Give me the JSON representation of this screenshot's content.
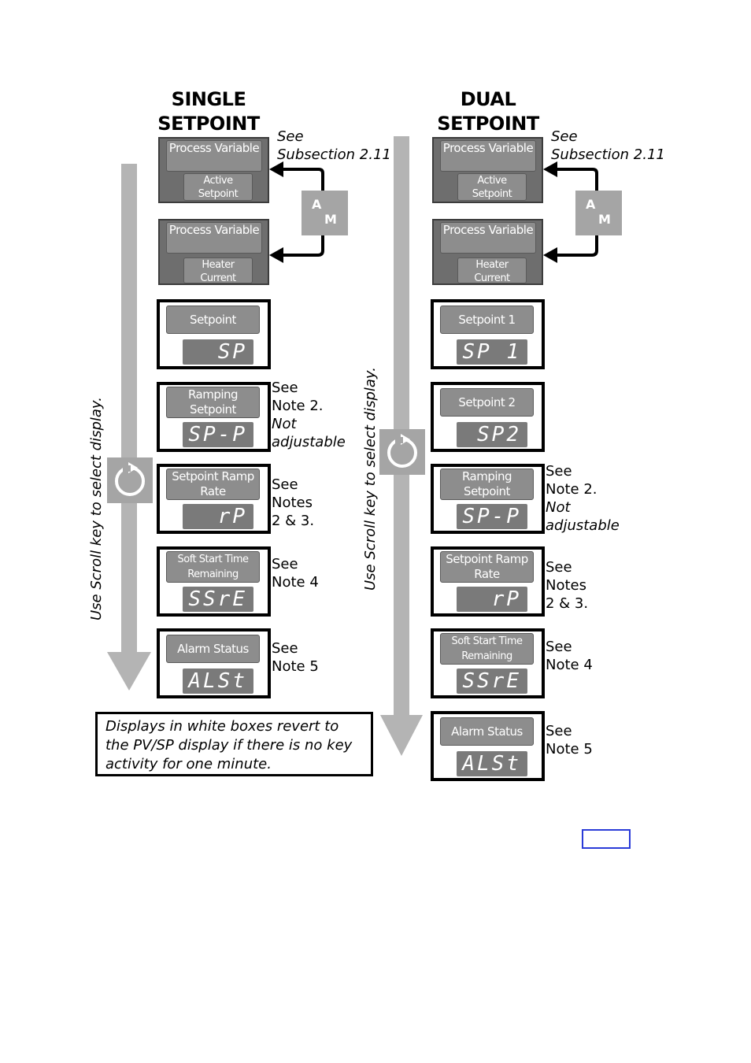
{
  "left": {
    "title_line1": "SINGLE",
    "title_line2": "SETPOINT",
    "scroll_hint": "Use Scroll key to select display.",
    "pv_active": {
      "top": "Process Variable",
      "bottom": "Active Setpoint"
    },
    "pv_heater": {
      "top": "Process Variable",
      "bottom": "Heater Current"
    },
    "subsection_note": {
      "line1": "See",
      "line2": "Subsection 2.11"
    },
    "am_key": {
      "a": "A",
      "m": "M"
    },
    "boxes": [
      {
        "label": "Setpoint",
        "display": "SP"
      },
      {
        "label": "Ramping Setpoint",
        "display": "SP-P"
      },
      {
        "label": "Setpoint Ramp Rate",
        "display": "rP"
      },
      {
        "label": "Soft Start Time Remaining",
        "display": "SSrE"
      },
      {
        "label": "Alarm Status",
        "display": "ALSt"
      }
    ],
    "notes": [
      {
        "line1": "See",
        "line2": "Note 2.",
        "line3": "Not",
        "line4": "adjustable"
      },
      {
        "line1": "See",
        "line2": "Notes",
        "line3": "2 & 3."
      },
      {
        "line1": "See",
        "line2": "Note 4"
      },
      {
        "line1": "See",
        "line2": "Note 5"
      }
    ],
    "footer": "Displays in white boxes revert to the PV/SP display if there is no key activity for one minute."
  },
  "right": {
    "title_line1": "DUAL",
    "title_line2": "SETPOINT",
    "scroll_hint": "Use Scroll key to select display.",
    "pv_active": {
      "top": "Process Variable",
      "bottom": "Active Setpoint"
    },
    "pv_heater": {
      "top": "Process Variable",
      "bottom": "Heater Current"
    },
    "subsection_note": {
      "line1": "See",
      "line2": "Subsection 2.11"
    },
    "am_key": {
      "a": "A",
      "m": "M"
    },
    "boxes": [
      {
        "label": "Setpoint 1",
        "display": "SP 1"
      },
      {
        "label": "Setpoint 2",
        "display": "SP2"
      },
      {
        "label": "Ramping Setpoint",
        "display": "SP-P"
      },
      {
        "label": "Setpoint Ramp Rate",
        "display": "rP"
      },
      {
        "label": "Soft Start Time Remaining",
        "display": "SSrE"
      },
      {
        "label": "Alarm Status",
        "display": "ALSt"
      }
    ],
    "notes": [
      {
        "line1": "See",
        "line2": "Note 2.",
        "line3": "Not",
        "line4": "adjustable"
      },
      {
        "line1": "See",
        "line2": "Notes",
        "line3": "2 & 3."
      },
      {
        "line1": "See",
        "line2": "Note 4"
      },
      {
        "line1": "See",
        "line2": "Note 5"
      }
    ]
  },
  "colors": {
    "arrow_gray": "#b4b4b4",
    "box_gray": "#6e6e6e",
    "page_box_blue": "#2a3bd8"
  }
}
